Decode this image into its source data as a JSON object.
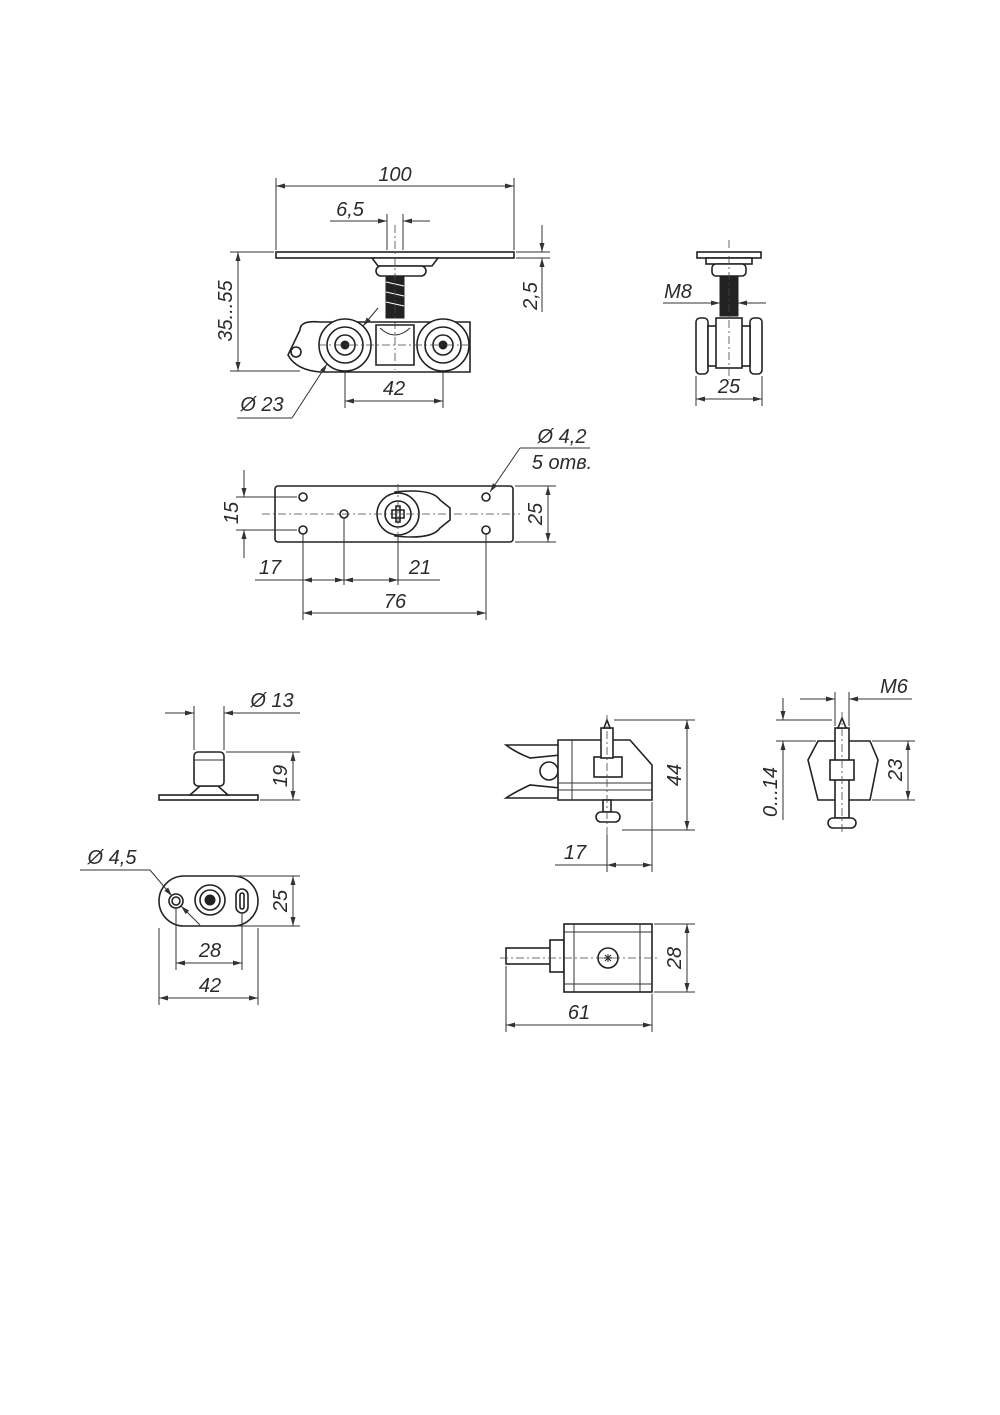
{
  "views": {
    "carriage_front": {
      "dims": {
        "width_top": "100",
        "offset": "6,5",
        "height_range": "35...55",
        "plate_thickness": "2,5",
        "wheel_diameter": "Ø 23",
        "wheel_spacing": "42"
      }
    },
    "carriage_side": {
      "dims": {
        "thread": "M8",
        "width": "25"
      }
    },
    "carriage_plate_top": {
      "dims": {
        "hole_note_line1": "Ø 4,2",
        "hole_note_line2": "5 отв.",
        "hole_spacing_v": "15",
        "plate_height": "25",
        "offset_17": "17",
        "offset_21": "21",
        "length_76": "76"
      }
    },
    "guide_side": {
      "dims": {
        "diameter": "Ø 13",
        "height": "19"
      }
    },
    "guide_top": {
      "dims": {
        "hole_diameter": "Ø 4,5",
        "height": "25",
        "spacing": "28",
        "length": "42"
      }
    },
    "stopper_side": {
      "dims": {
        "height": "44",
        "offset": "17"
      }
    },
    "stopper_end": {
      "dims": {
        "thread": "M6",
        "adjust_range": "0...14",
        "height": "23"
      }
    },
    "stopper_top": {
      "dims": {
        "height": "28",
        "length": "61"
      }
    }
  }
}
